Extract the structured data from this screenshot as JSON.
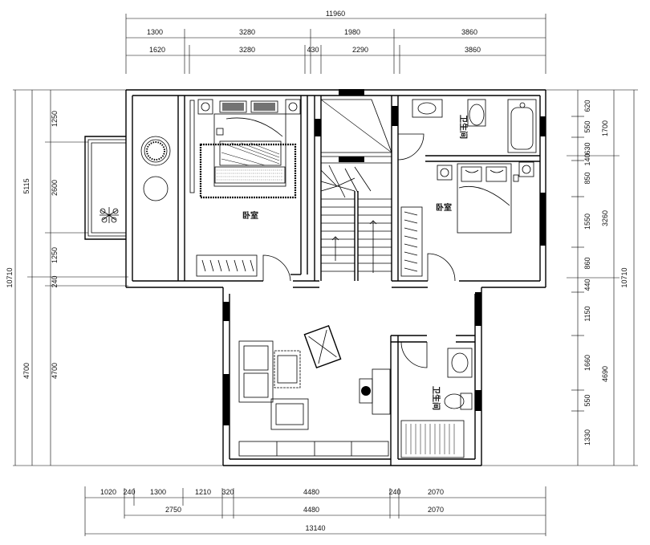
{
  "dimensions": {
    "top_total": "11960",
    "top_row1": [
      "1300",
      "3280",
      "1980",
      "3860"
    ],
    "top_row2": [
      "1620",
      "3280",
      "430",
      "2290",
      "3860"
    ],
    "bottom_row1": [
      "1020",
      "240",
      "1300",
      "1210",
      "320",
      "4480",
      "240",
      "2070"
    ],
    "bottom_row2": [
      "2750",
      "4480",
      "2070"
    ],
    "bottom_total": "13140",
    "left_total": "10710",
    "left_inner_a": [
      "5115",
      "4700"
    ],
    "left_inner_b": [
      "1250",
      "2600",
      "1250",
      "240",
      "4700"
    ],
    "right_total": "10710",
    "right_inner_a": [
      "1700",
      "3260",
      "4690"
    ],
    "right_inner_b": [
      "620",
      "550",
      "630",
      "140",
      "850",
      "1550",
      "860",
      "440",
      "1150",
      "1660",
      "550",
      "1330"
    ]
  },
  "rooms": {
    "bathroom_top": "卫生间",
    "bedroom_left": "卧室",
    "bedroom_right": "卧室",
    "bathroom_bottom": "卫生间"
  }
}
